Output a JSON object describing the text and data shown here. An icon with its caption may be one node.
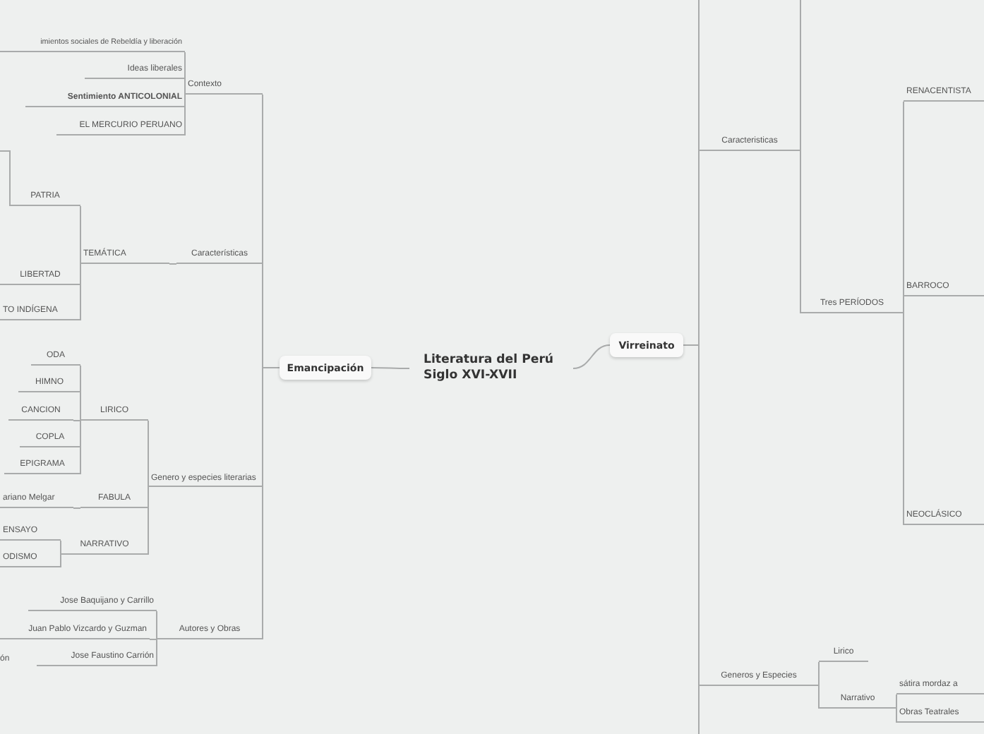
{
  "diagram": {
    "nodes": [
      {
        "text": [
          "Literatura del Perú Siglo XVI-XVII"
        ]
      },
      {
        "text": [
          "Emancipación"
        ]
      },
      {
        "text": [
          "Virreinato"
        ]
      },
      {
        "text": [
          "Contexto"
        ]
      },
      {
        "text": [
          "imientos sociales de Rebeldía y liberación"
        ]
      },
      {
        "text": [
          "Ideas liberales"
        ]
      },
      {
        "text": [
          "Sentimiento ANTICOLONIAL"
        ]
      },
      {
        "text": [
          "EL MERCURIO PERUANO"
        ]
      },
      {
        "text": [
          "Características"
        ]
      },
      {
        "text": [
          "TEMÁTICA"
        ]
      },
      {
        "text": [
          "PATRIA"
        ]
      },
      {
        "text": [
          "LIBERTAD"
        ]
      },
      {
        "text": [
          "TO INDÍGENA"
        ]
      },
      {
        "text": [
          "Genero y especies literarias"
        ]
      },
      {
        "text": [
          "LIRICO"
        ]
      },
      {
        "text": [
          "ODA"
        ]
      },
      {
        "text": [
          "HIMNO"
        ]
      },
      {
        "text": [
          "CANCION"
        ]
      },
      {
        "text": [
          "COPLA"
        ]
      },
      {
        "text": [
          "EPIGRAMA"
        ]
      },
      {
        "text": [
          "FABULA"
        ]
      },
      {
        "text": [
          "ariano Melgar"
        ]
      },
      {
        "text": [
          "NARRATIVO"
        ]
      },
      {
        "text": [
          "ENSAYO"
        ]
      },
      {
        "text": [
          "ODISMO"
        ]
      },
      {
        "text": [
          "Autores y Obras"
        ]
      },
      {
        "text": [
          "Jose Baquijano y Carrillo"
        ]
      },
      {
        "text": [
          "Juan Pablo Vizcardo y Guzman"
        ]
      },
      {
        "text": [
          "Jose Faustino Carrión"
        ]
      },
      {
        "text": [
          "Caracteristicas"
        ]
      },
      {
        "text": [
          "Tres PERÍODOS"
        ]
      },
      {
        "text": [
          "RENACENTISTA"
        ]
      },
      {
        "text": [
          "BARROCO"
        ]
      },
      {
        "text": [
          "NEOCLÁSICO"
        ]
      },
      {
        "text": [
          "Generos y Especies"
        ]
      },
      {
        "text": [
          "Lirico"
        ]
      },
      {
        "text": [
          "Narrativo"
        ]
      },
      {
        "text": [
          "sátira mordaz a"
        ]
      },
      {
        "text": [
          "Obras Teatrales"
        ]
      }
    ],
    "edges": [
      {
        "from": 0,
        "to": 1,
        "arrow": "none"
      },
      {
        "from": 0,
        "to": 2,
        "arrow": "none"
      },
      {
        "from": 1,
        "to": 3,
        "arrow": "none"
      },
      {
        "from": 1,
        "to": 8,
        "arrow": "none"
      },
      {
        "from": 1,
        "to": 13,
        "arrow": "none"
      },
      {
        "from": 1,
        "to": 25,
        "arrow": "none"
      },
      {
        "from": 3,
        "to": 4,
        "arrow": "none"
      },
      {
        "from": 3,
        "to": 5,
        "arrow": "none"
      },
      {
        "from": 3,
        "to": 6,
        "arrow": "none"
      },
      {
        "from": 3,
        "to": 7,
        "arrow": "none"
      },
      {
        "from": 8,
        "to": 9,
        "arrow": "none"
      },
      {
        "from": 9,
        "to": 10,
        "arrow": "none"
      },
      {
        "from": 9,
        "to": 11,
        "arrow": "none"
      },
      {
        "from": 9,
        "to": 12,
        "arrow": "none"
      },
      {
        "from": 10,
        "to": null,
        "arrow": "none"
      },
      {
        "from": 13,
        "to": 14,
        "arrow": "none"
      },
      {
        "from": 13,
        "to": 20,
        "arrow": "none"
      },
      {
        "from": 13,
        "to": 22,
        "arrow": "none"
      },
      {
        "from": 14,
        "to": 15,
        "arrow": "none"
      },
      {
        "from": 14,
        "to": 16,
        "arrow": "none"
      },
      {
        "from": 14,
        "to": 17,
        "arrow": "none"
      },
      {
        "from": 14,
        "to": 18,
        "arrow": "none"
      },
      {
        "from": 14,
        "to": 19,
        "arrow": "none"
      },
      {
        "from": 20,
        "to": 21,
        "arrow": "none"
      },
      {
        "from": 22,
        "to": 23,
        "arrow": "none"
      },
      {
        "from": 22,
        "to": 24,
        "arrow": "none"
      },
      {
        "from": 25,
        "to": 26,
        "arrow": "none"
      },
      {
        "from": 25,
        "to": 27,
        "arrow": "none"
      },
      {
        "from": 25,
        "to": 28,
        "arrow": "none"
      },
      {
        "from": 2,
        "to": 29,
        "arrow": "none"
      },
      {
        "from": 2,
        "to": 34,
        "arrow": "none"
      },
      {
        "from": 2,
        "to": null,
        "arrow": "none"
      },
      {
        "from": 2,
        "to": null,
        "arrow": "none"
      },
      {
        "from": 29,
        "to": 30,
        "arrow": "none"
      },
      {
        "from": 29,
        "to": null,
        "arrow": "none"
      },
      {
        "from": 30,
        "to": 31,
        "arrow": "none"
      },
      {
        "from": 30,
        "to": 32,
        "arrow": "none"
      },
      {
        "from": 30,
        "to": 33,
        "arrow": "none"
      },
      {
        "from": 34,
        "to": 35,
        "arrow": "none"
      },
      {
        "from": 34,
        "to": 36,
        "arrow": "none"
      },
      {
        "from": 36,
        "to": 37,
        "arrow": "none"
      },
      {
        "from": 36,
        "to": 38,
        "arrow": "none"
      }
    ],
    "labels": [
      "ón"
    ]
  }
}
